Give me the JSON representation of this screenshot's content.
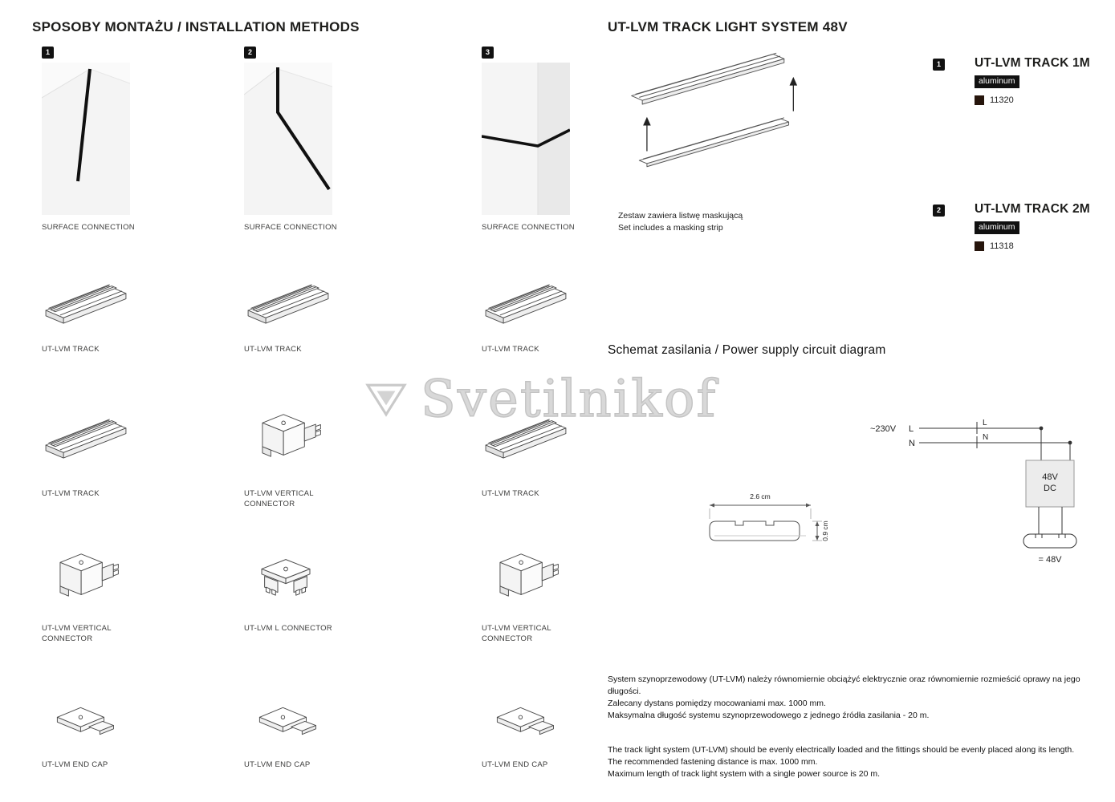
{
  "titles": {
    "installation": "SPOSOBY MONTAŻU / INSTALLATION METHODS",
    "system": "UT-LVM TRACK LIGHT SYSTEM 48V",
    "circuit": "Schemat zasilania / Power supply circuit diagram"
  },
  "methods": [
    {
      "number": "1",
      "surface": "SURFACE CONNECTION",
      "parts": [
        {
          "type": "track",
          "label": "UT-LVM TRACK"
        },
        {
          "type": "track",
          "label": "UT-LVM TRACK"
        },
        {
          "type": "vertical-connector",
          "label": "UT-LVM VERTICAL CONNECTOR"
        },
        {
          "type": "end-cap",
          "label": "UT-LVM END CAP"
        }
      ]
    },
    {
      "number": "2",
      "surface": "SURFACE CONNECTION",
      "parts": [
        {
          "type": "track",
          "label": "UT-LVM TRACK"
        },
        {
          "type": "vertical-connector",
          "label": "UT-LVM VERTICAL CONNECTOR"
        },
        {
          "type": "l-connector",
          "label": "UT-LVM L CONNECTOR"
        },
        {
          "type": "end-cap",
          "label": "UT-LVM END CAP"
        }
      ]
    },
    {
      "number": "3",
      "surface": "SURFACE CONNECTION",
      "parts": [
        {
          "type": "track",
          "label": "UT-LVM TRACK"
        },
        {
          "type": "track",
          "label": "UT-LVM TRACK"
        },
        {
          "type": "vertical-connector",
          "label": "UT-LVM VERTICAL CONNECTOR"
        },
        {
          "type": "end-cap",
          "label": "UT-LVM END CAP"
        }
      ]
    }
  ],
  "illustration_note": {
    "pl": "Zestaw zawiera listwę maskującą",
    "en": "Set includes a masking strip"
  },
  "products": [
    {
      "number": "1",
      "name": "UT-LVM TRACK 1M",
      "finish": "aluminum",
      "code": "11320"
    },
    {
      "number": "2",
      "name": "UT-LVM TRACK 2M",
      "finish": "aluminum",
      "code": "11318"
    }
  ],
  "circuit": {
    "input": "~230V",
    "l": "L",
    "n": "N",
    "l2": "L",
    "n2": "N",
    "box_line1": "48V",
    "box_line2": "DC",
    "output": "= 48V"
  },
  "dimensions": {
    "width": "2.6 cm",
    "height": "0.9 cm"
  },
  "notes_pl": [
    "System szynoprzewodowy (UT-LVM) należy równomiernie obciążyć elektrycznie oraz równomiernie rozmieścić oprawy na jego długości.",
    "Zalecany dystans pomiędzy mocowaniami max. 1000 mm.",
    "Maksymalna długość systemu szynoprzewodowego z jednego źródła zasilania - 20 m."
  ],
  "notes_en": [
    "The track light system (UT-LVM) should be evenly electrically loaded and the fittings should be evenly placed along its length.",
    "The recommended fastening distance is max. 1000 mm.",
    "Maximum length of track light system with a single power source is 20 m."
  ],
  "watermark": {
    "text": "Svetilnikof"
  },
  "colors": {
    "swatch": "#26150c",
    "badge_bg": "#111111",
    "chip_bg": "#111111",
    "watermark": "#d4d4d4"
  }
}
